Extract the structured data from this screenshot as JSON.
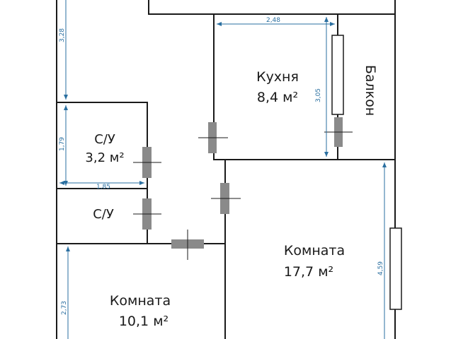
{
  "colors": {
    "wall": "#1a1a1a",
    "dimension": "#2a6fa0",
    "door": "#8a8a8a",
    "background": "#ffffff"
  },
  "rooms": {
    "kitchen": {
      "name": "Кухня",
      "area": "8,4 м²"
    },
    "balcony": {
      "name": "Балкон"
    },
    "bathroom_1": {
      "name": "С/У",
      "area": "3,2 м²"
    },
    "bathroom_2": {
      "name": "С/У"
    },
    "room_large": {
      "name": "Комната",
      "area": "17,7 м²"
    },
    "room_small": {
      "name": "Комната",
      "area": "10,1 м²"
    }
  },
  "dimensions": {
    "kitchen_width": "2,48",
    "kitchen_depth": "3,05",
    "top_corridor_height": "3,28",
    "bathroom_height": "1,79",
    "bathroom_width": "1,85",
    "small_room_height": "2,73",
    "large_room_height": "4,59"
  }
}
